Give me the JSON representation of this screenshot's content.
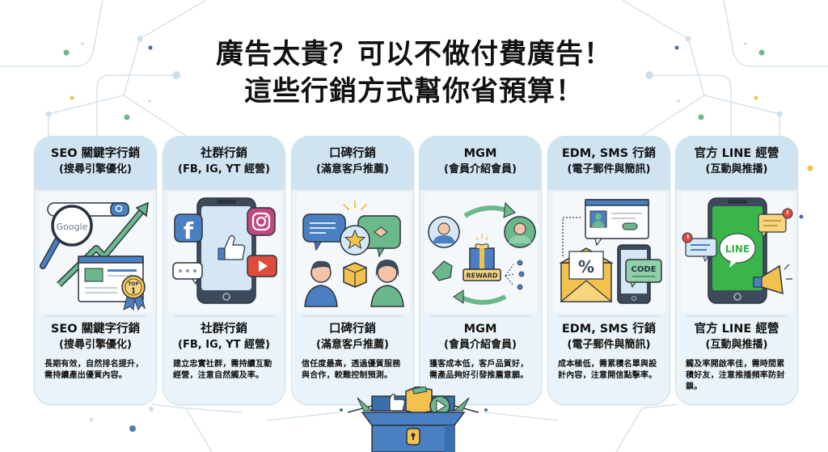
{
  "title": {
    "line1": "廣告太貴？可以不做付費廣告！",
    "line2": "這些行銷方式幫你省預算！"
  },
  "colors": {
    "card_bg": "#eaf3f9",
    "card_header": "#cfe3f1",
    "blue": "#4a7fc1",
    "green": "#6bb98a",
    "yellow": "#f2c14e",
    "red": "#e04b3c",
    "line_green": "#39b54a"
  },
  "cards": [
    {
      "title": "SEO 關鍵字行銷",
      "subtitle": "(搜尋引擎優化)",
      "illustration": "seo-illustration",
      "illustration_labels": {
        "search_text": "Google",
        "badge": "TOP",
        "badge_num": "1"
      },
      "description": "長期有效，自然排名提升，需持續產出優質內容。"
    },
    {
      "title": "社群行銷",
      "subtitle": "(FB, IG, YT 經營)",
      "illustration": "social-media-illustration",
      "illustration_labels": {
        "fb": "f"
      },
      "description": "建立忠實社群，需持續互動經營，注意自然觸及率。"
    },
    {
      "title": "口碑行銷",
      "subtitle": "(滿意客戶推薦)",
      "illustration": "word-of-mouth-illustration",
      "illustration_labels": {},
      "description": "信任度最高，透過優質服務與合作，較難控制預測。"
    },
    {
      "title": "MGM",
      "subtitle": "(會員介紹會員)",
      "illustration": "member-referral-illustration",
      "illustration_labels": {
        "reward": "REWARD"
      },
      "description": "獲客成本低，客戶品質好，需產品夠好引發推薦意願。"
    },
    {
      "title": "EDM, SMS 行銷",
      "subtitle": "(電子郵件與簡訊)",
      "illustration": "email-sms-illustration",
      "illustration_labels": {
        "percent": "%",
        "code": "CODE"
      },
      "description": "成本極低，需累積名單與設計內容，注意開信點擊率。"
    },
    {
      "title": "官方 LINE 經營",
      "subtitle": "(互動與推播)",
      "illustration": "line-official-illustration",
      "illustration_labels": {
        "line": "LINE"
      },
      "description": "觸及率開啟率佳，需時間累積好友，注意推播頻率防封鎖。"
    }
  ],
  "footer_icon": "open-toolbox-icon"
}
